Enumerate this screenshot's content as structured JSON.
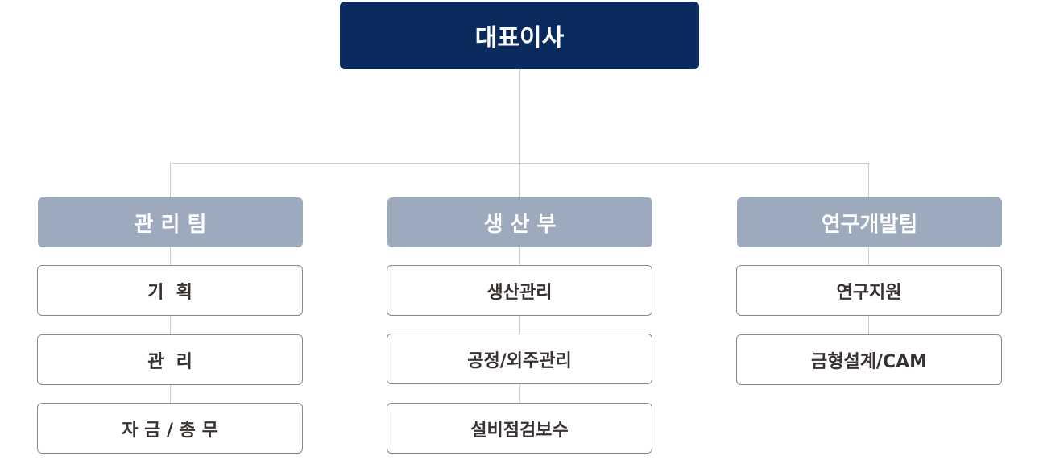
{
  "ceo": {
    "label": "대표이사"
  },
  "departments": [
    {
      "label": "관 리 팀",
      "units": [
        "기  획",
        "관  리",
        "자 금 / 총 무"
      ]
    },
    {
      "label": "생 산 부",
      "units": [
        "생산관리",
        "공정/외주관리",
        "설비점검보수"
      ]
    },
    {
      "label": "연구개발팀",
      "units": [
        "연구지원",
        "금형설계/CAM"
      ]
    }
  ],
  "colors": {
    "ceo_fill": "#0b2a5e",
    "department_fill": "#9daabd",
    "unit_border": "#8a8a8a",
    "connector": "#c9ccd1",
    "unit_text": "#3a3230"
  }
}
